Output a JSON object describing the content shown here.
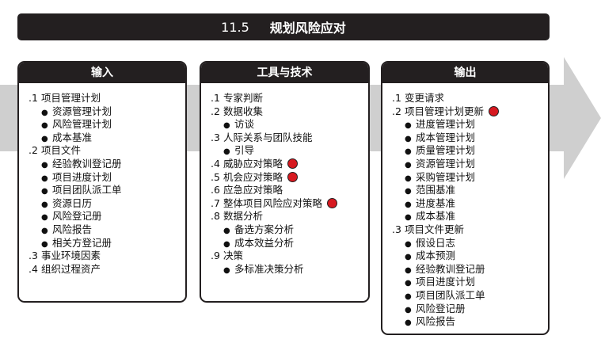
{
  "title": {
    "number": "11.5",
    "name": "规划风险应对"
  },
  "colors": {
    "dark": "#231f20",
    "band": "#cfcfcf",
    "marker": "#d71920"
  },
  "columns": [
    {
      "header": "输入",
      "items": [
        {
          "index": ".1",
          "label": "项目管理计划",
          "sub": [
            "资源管理计划",
            "风险管理计划",
            "成本基准"
          ]
        },
        {
          "index": ".2",
          "label": "项目文件",
          "sub": [
            "经验教训登记册",
            "项目进度计划",
            "项目团队派工单",
            "资源日历",
            "风险登记册",
            "风险报告",
            "相关方登记册"
          ]
        },
        {
          "index": ".3",
          "label": "事业环境因素",
          "sub": []
        },
        {
          "index": ".4",
          "label": "组织过程资产",
          "sub": []
        }
      ]
    },
    {
      "header": "工具与技术",
      "items": [
        {
          "index": ".1",
          "label": "专家判断",
          "sub": []
        },
        {
          "index": ".2",
          "label": "数据收集",
          "sub": [
            "访谈"
          ]
        },
        {
          "index": ".3",
          "label": "人际关系与团队技能",
          "sub": [
            "引导"
          ]
        },
        {
          "index": ".4",
          "label": "威胁应对策略",
          "marker": true,
          "sub": []
        },
        {
          "index": ".5",
          "label": "机会应对策略",
          "marker": true,
          "sub": []
        },
        {
          "index": ".6",
          "label": "应急应对策略",
          "sub": []
        },
        {
          "index": ".7",
          "label": "整体项目风险应对策略",
          "marker": true,
          "sub": []
        },
        {
          "index": ".8",
          "label": "数据分析",
          "sub": [
            "备选方案分析",
            "成本效益分析"
          ]
        },
        {
          "index": ".9",
          "label": "决策",
          "sub": [
            "多标准决策分析"
          ]
        }
      ]
    },
    {
      "header": "输出",
      "items": [
        {
          "index": ".1",
          "label": "变更请求",
          "sub": []
        },
        {
          "index": ".2",
          "label": "项目管理计划更新",
          "marker": true,
          "sub": [
            "进度管理计划",
            "成本管理计划",
            "质量管理计划",
            "资源管理计划",
            "采购管理计划",
            "范围基准",
            "进度基准",
            "成本基准"
          ]
        },
        {
          "index": ".3",
          "label": "项目文件更新",
          "sub": [
            "假设日志",
            "成本预测",
            "经验教训登记册",
            "项目进度计划",
            "项目团队派工单",
            "风险登记册",
            "风险报告"
          ]
        }
      ]
    }
  ]
}
